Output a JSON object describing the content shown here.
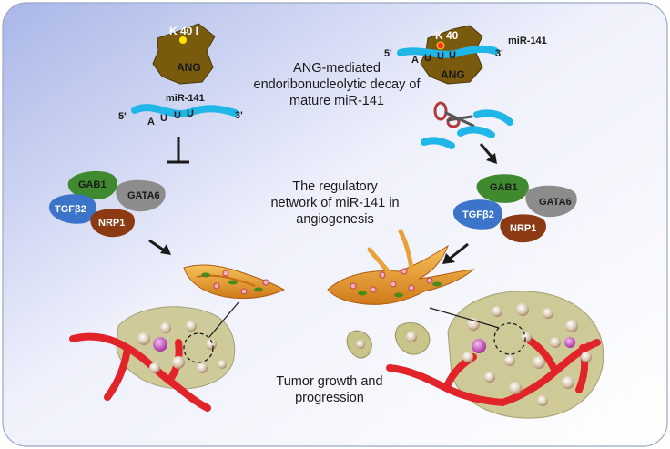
{
  "left_panel": {
    "protein_label": "ANG",
    "site_label": "K 40 I",
    "mirna_name": "miR-141",
    "five_prime": "5'",
    "three_prime": "3'",
    "bases": [
      "A",
      "U",
      "U",
      "U"
    ],
    "factors": [
      "GAB1",
      "GATA6",
      "TGFβ2",
      "NRP1"
    ]
  },
  "right_panel": {
    "protein_label": "ANG",
    "site_label": "K 40",
    "mirna_name": "miR-141",
    "five_prime": "5'",
    "three_prime": "3'",
    "bases": [
      "A",
      "U",
      "U",
      "U"
    ],
    "factors": [
      "GAB1",
      "GATA6",
      "TGFβ2",
      "NRP1"
    ]
  },
  "captions": {
    "decay": [
      "ANG-mediated",
      "endoribonucleolytic  decay of",
      "mature miR-141"
    ],
    "network": [
      "The regulatory",
      "network of miR-141 in",
      "angiogenesis"
    ],
    "tumor": [
      "Tumor growth and",
      "progression"
    ]
  },
  "colors": {
    "ang": "#7a5a0c",
    "mirna": "#1fb6e8",
    "gab1": "#3f8a2e",
    "gata6": "#8c8c8c",
    "tgfb2": "#3b74c8",
    "nrp1": "#8b3a14",
    "vessel": "#e0242a",
    "endothelial": "#e8a23a",
    "scissors": "#b23a3a"
  }
}
